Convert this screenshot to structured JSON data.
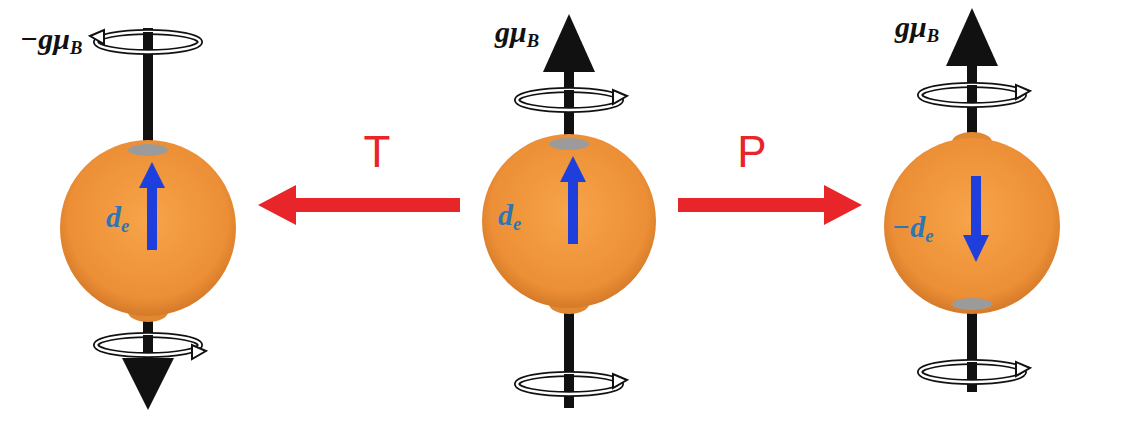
{
  "diagram": {
    "nodes": [
      {
        "text": [
          "−gμB",
          "de"
        ]
      },
      {
        "text": [
          "gμB",
          "de"
        ]
      },
      {
        "text": [
          "gμB",
          "−de"
        ]
      }
    ],
    "edges": [
      {
        "from": 1,
        "to": 0,
        "arrow": "to",
        "label": "T"
      },
      {
        "from": 1,
        "to": 2,
        "arrow": "to",
        "label": "P"
      }
    ]
  }
}
